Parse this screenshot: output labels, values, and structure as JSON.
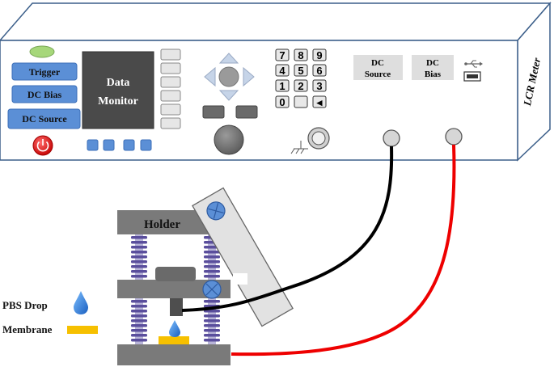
{
  "meter": {
    "title": "LCR Meter",
    "buttons": {
      "trigger": "Trigger",
      "dc_bias": "DC Bias",
      "dc_source": "DC Source"
    },
    "screen": {
      "line1": "Data",
      "line2": "Monitor"
    },
    "keypad": [
      "7",
      "8",
      "9",
      "4",
      "5",
      "6",
      "1",
      "2",
      "3",
      "0",
      "◂"
    ],
    "ports": {
      "dc_source_line1": "DC",
      "dc_source_line2": "Source",
      "dc_bias_line1": "DC",
      "dc_bias_line2": "Bias"
    },
    "usb_icon": "usb-icon",
    "power_icon": "power-icon",
    "ground_icon": "ground-icon"
  },
  "setup": {
    "holder": "Holder",
    "pbs_drop": "PBS Drop",
    "membrane": "Membrane"
  },
  "colors": {
    "panel_blue": "#5b8fd6",
    "screen": "#4a4a4a",
    "black_wire": "#000000",
    "red_wire": "#ee0000",
    "spring": "#5a4e9c",
    "membrane": "#f6c000",
    "drop": "#2a78d8"
  }
}
